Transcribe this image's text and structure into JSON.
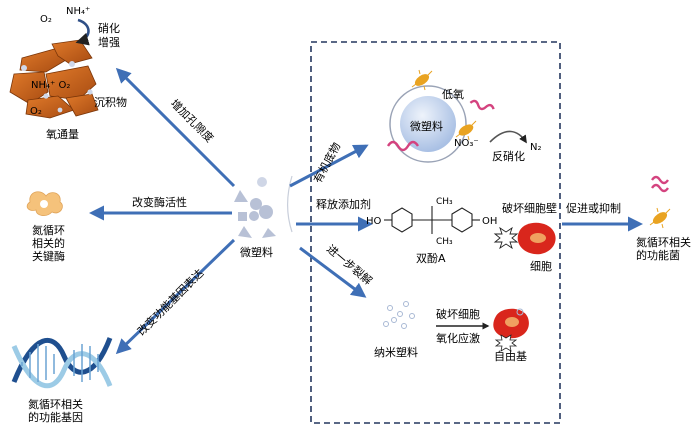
{
  "colors": {
    "arrow": "#3f6fb6",
    "box_border": "#24375e",
    "sediment": "#c8641c",
    "bacteria": "#e9a321",
    "cell": "#d9261c",
    "dna_dark": "#1f4f8f",
    "dna_light": "#9ccbe6",
    "sphere": "#b9cdea",
    "squiggle": "#d4437f",
    "enzyme": "#f5c27b"
  },
  "labels": {
    "nh4": "NH₄⁺",
    "o2_top": "O₂",
    "nitrification": [
      "硝化",
      "增强"
    ],
    "nh4_o2_inside": "NH₄⁺ O₂",
    "o2_bottom": "O₂",
    "sediment": "沉积物",
    "oxygen_flux": "氧通量",
    "enzymes": [
      "氮循环",
      "相关的",
      "关键酶"
    ],
    "genes": [
      "氮循环相关",
      "的功能基因"
    ],
    "microplastics": "微塑料",
    "arrow_porosity": "增加孔隙度",
    "arrow_enzyme": "改变酶活性",
    "arrow_gene": "改变功能基因表达",
    "arrow_organic": "有机底物",
    "arrow_additive": "释放添加剂",
    "arrow_break": "进一步裂解",
    "low_oxygen": "低氧",
    "mp_in_sphere": "微塑料",
    "no3": "NO₃⁻",
    "denitrification": "反硝化",
    "n2": "N₂",
    "ch3_top": "CH₃",
    "ch3_bottom": "CH₃",
    "ho": "HO",
    "oh": "OH",
    "bpa": "双酚A",
    "destroy_wall": "破坏细胞壁",
    "cell": "细胞",
    "nano_plastics": "纳米塑料",
    "destroy_cell": "破坏细胞",
    "oxidative_stress": "氧化应激",
    "free_radical": "自由基",
    "promote_inhibit": "促进或抑制",
    "functional_bacteria": [
      "氮循环相关",
      "的功能菌"
    ]
  }
}
